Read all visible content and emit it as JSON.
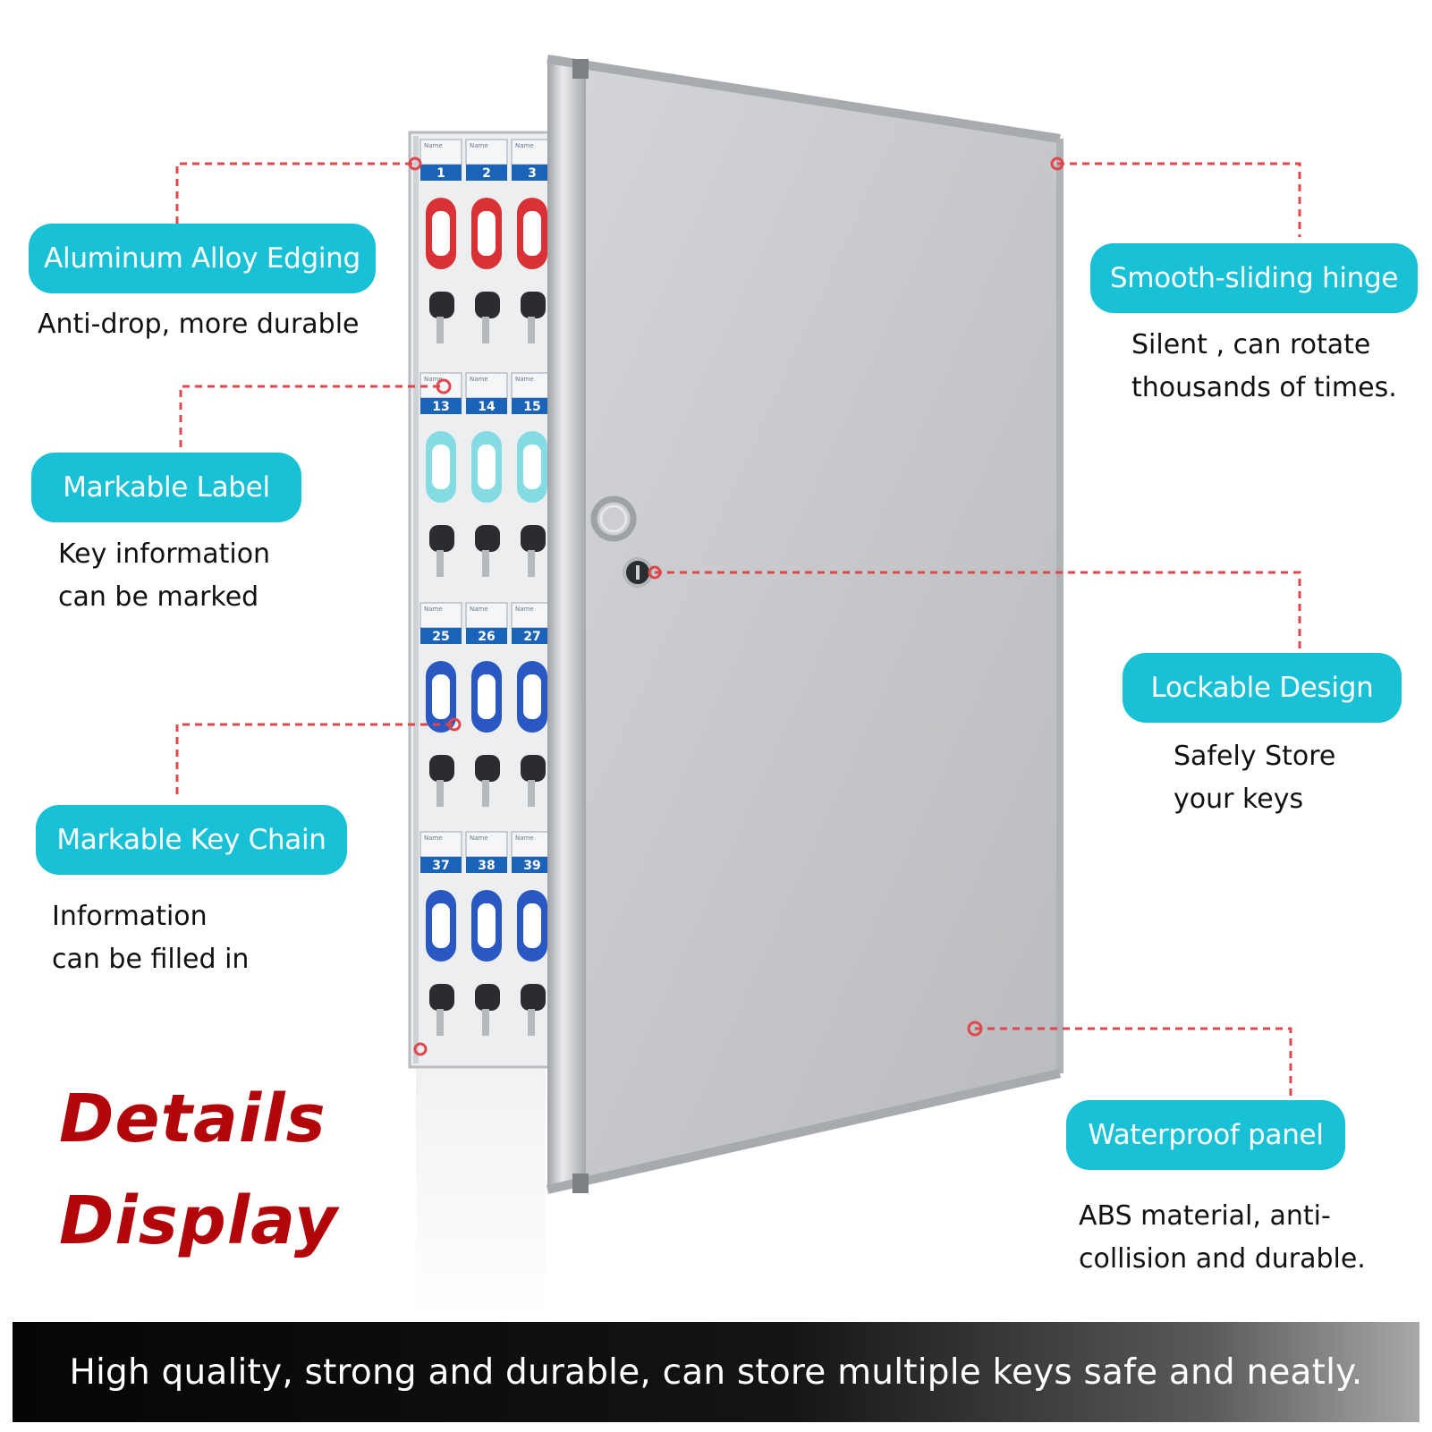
{
  "features": [
    {
      "title": "Aluminum Alloy Edging",
      "desc": "Anti-drop, more durable"
    },
    {
      "title": "Markable Label",
      "desc": "Key information\ncan be marked"
    },
    {
      "title": "Markable Key Chain",
      "desc": "Information\ncan be filled in"
    },
    {
      "title": "Smooth-sliding hinge",
      "desc": "Silent , can rotate\nthousands of times."
    },
    {
      "title": "Lockable Design",
      "desc": "Safely Store\nyour keys"
    },
    {
      "title": "Waterproof panel",
      "desc": "ABS material, anti-\ncollision and durable."
    }
  ],
  "heading": {
    "line1": "Details",
    "line2": "Display"
  },
  "footer_text": "High quality, strong and durable, can store multiple keys safe and neatly.",
  "cabinet_numbers": {
    "row1": [
      "1",
      "2",
      "3"
    ],
    "row2": [
      "13",
      "14",
      "15"
    ],
    "row3": [
      "25",
      "26",
      "27"
    ],
    "row4": [
      "37",
      "38",
      "39"
    ]
  },
  "slot_label": "Name",
  "colors": {
    "accent": "#18c1d6",
    "heading": "#b3060b",
    "callout_line": "#e0474c"
  }
}
